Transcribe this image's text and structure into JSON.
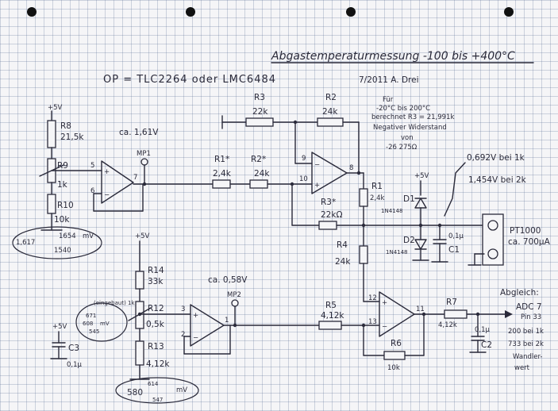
{
  "header": {
    "title": "Abgastemperaturmessung -100 bis +400°C",
    "op": "OP = TLC2264 oder LMC6484",
    "date_author": "7/2011 A. Drei"
  },
  "note": {
    "line1": "Für",
    "line2": "-20°C bis 200°C",
    "line3": "berechnet R3 = 21,991k",
    "line4": "Negativer Widerstand",
    "line5": "von",
    "line6": "-26 275Ω"
  },
  "components": {
    "r8": {
      "name": "R8",
      "value": "21,5k"
    },
    "r9": {
      "name": "R9",
      "value": "1k"
    },
    "r10": {
      "name": "R10",
      "value": "10k"
    },
    "r1a": {
      "name": "R1*",
      "value": "2,4k"
    },
    "r2a": {
      "name": "R2*",
      "value": "24k"
    },
    "r3": {
      "name": "R3",
      "value": "22k"
    },
    "r2": {
      "name": "R2",
      "value": "24k"
    },
    "r1": {
      "name": "R1",
      "value": "2,4k"
    },
    "r3a": {
      "name": "R3*",
      "value": "22kΩ"
    },
    "r4": {
      "name": "R4",
      "value": "24k"
    },
    "d1": {
      "name": "D1",
      "value": "1N4148"
    },
    "d2": {
      "name": "D2",
      "value": "1N4148"
    },
    "c1": {
      "name": "C1",
      "value": "0,1µ"
    },
    "pt1000": {
      "name": "PT1000",
      "value": "ca. 700µA"
    },
    "r14": {
      "name": "R14",
      "value": "33k"
    },
    "r12": {
      "name": "R12",
      "value": "0,5k"
    },
    "r12_set": "(eingebaut) 1k",
    "r13": {
      "name": "R13",
      "value": "4,12k"
    },
    "c3": {
      "name": "C3",
      "value": "0,1µ"
    },
    "r5": {
      "name": "R5",
      "value": "4,12k"
    },
    "r6": {
      "name": "R6",
      "value": "10k"
    },
    "r7": {
      "name": "R7",
      "value": "4,12k"
    },
    "c2": {
      "name": "C2",
      "value": "0,1µ"
    }
  },
  "rails": {
    "vplus": "+5V"
  },
  "pins": {
    "u1_in_p": "5",
    "u1_in_n": "6",
    "u1_out": "7",
    "u2_in_p": "10",
    "u2_in_n": "9",
    "u2_out": "8",
    "u3_in_p": "3",
    "u3_in_n": "2",
    "u3_out": "1",
    "u4_in_p": "12",
    "u4_in_n": "13",
    "u4_out": "11"
  },
  "testpoints": {
    "mp1": {
      "name": "MP1",
      "voltage": "ca. 1,61V"
    },
    "mp2": {
      "name": "MP2",
      "voltage": "ca. 0,58V"
    }
  },
  "measurements": {
    "left_top": {
      "a": "1,617",
      "b": "1654",
      "unit": "mV",
      "c": "1540"
    },
    "mid": {
      "a": "671",
      "b": "608",
      "unit": "mV",
      "c": "545"
    },
    "bottom": {
      "a": "614",
      "b": "580",
      "unit": "mV",
      "c": "547"
    },
    "pt_1k": "0,692V bei 1k",
    "pt_2k": "1,454V bei 2k"
  },
  "output": {
    "label": "Abgleich:",
    "target": "ADC 7",
    "pin": "Pin 33",
    "val1": "200 bei 1k",
    "val2": "733 bei 2k",
    "note1": "Wandler-",
    "note2": "wert"
  }
}
